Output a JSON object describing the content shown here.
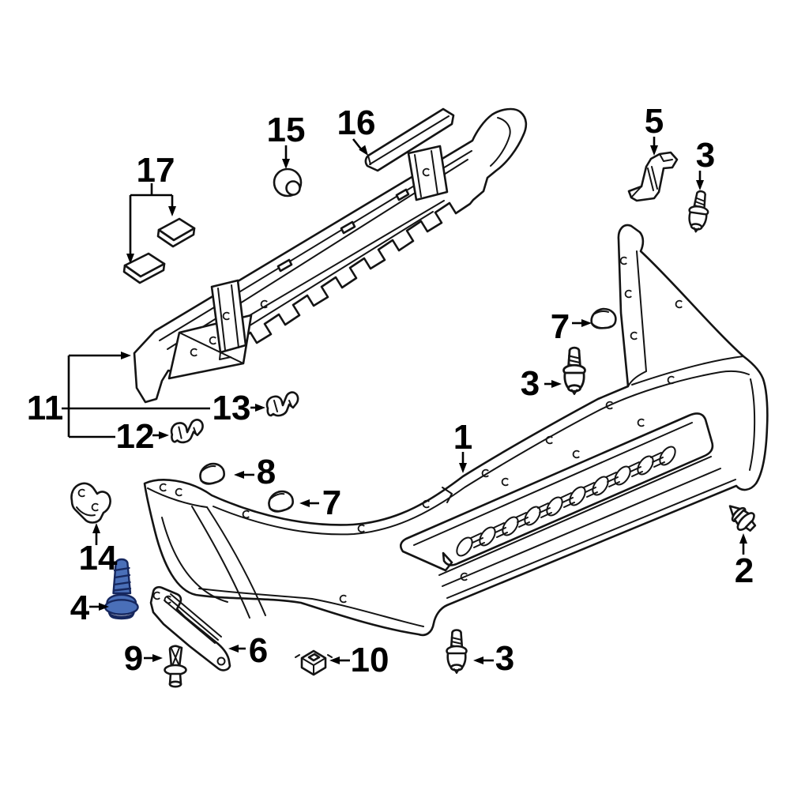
{
  "diagram": {
    "background": "#ffffff",
    "line_color": "#141414",
    "highlight": {
      "fill": "#4a6fb8",
      "stroke": "#16275e"
    },
    "callouts": {
      "c1": {
        "label": "1"
      },
      "c2": {
        "label": "2"
      },
      "c3_top": {
        "label": "3"
      },
      "c3_mid": {
        "label": "3"
      },
      "c3_bot": {
        "label": "3"
      },
      "c4": {
        "label": "4"
      },
      "c5": {
        "label": "5"
      },
      "c6": {
        "label": "6"
      },
      "c7_right": {
        "label": "7"
      },
      "c7_left": {
        "label": "7"
      },
      "c8": {
        "label": "8"
      },
      "c9": {
        "label": "9"
      },
      "c10": {
        "label": "10"
      },
      "c11": {
        "label": "11"
      },
      "c12": {
        "label": "12"
      },
      "c13": {
        "label": "13"
      },
      "c14": {
        "label": "14"
      },
      "c15": {
        "label": "15"
      },
      "c16": {
        "label": "16"
      },
      "c17": {
        "label": "17"
      }
    }
  }
}
